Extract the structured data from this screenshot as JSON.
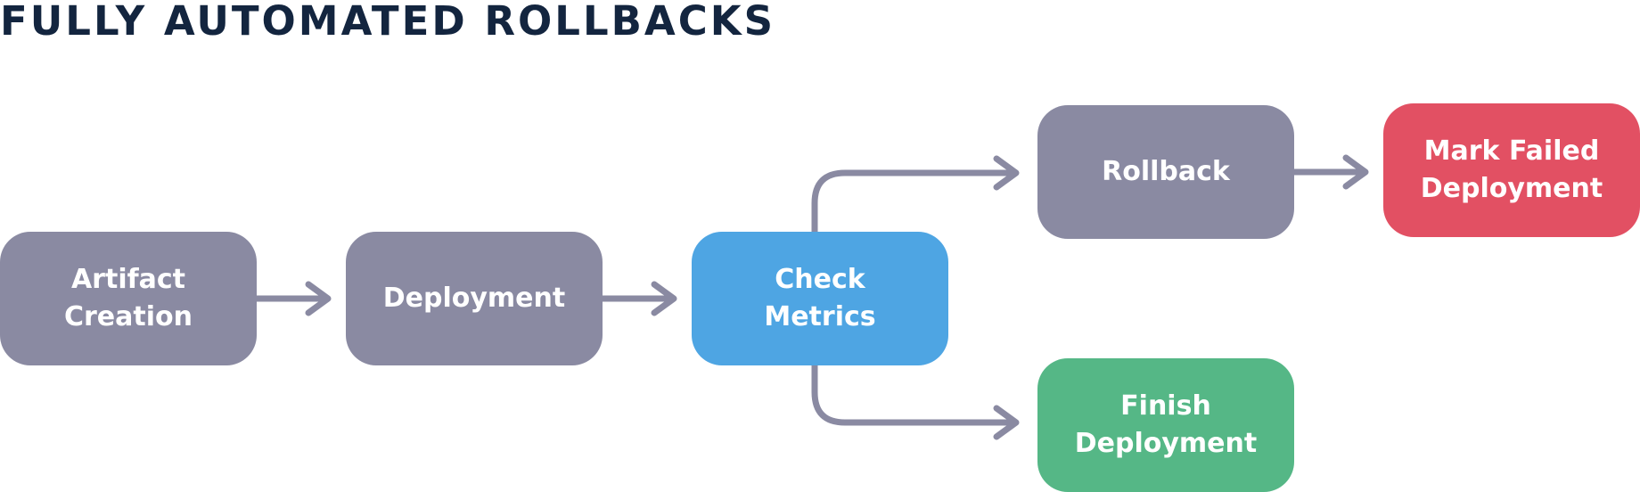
{
  "title": "FULLY AUTOMATED ROLLBACKS",
  "colors": {
    "title": "#13253f",
    "neutral_node": "#8a8aa2",
    "check_node": "#4ea5e3",
    "failed_node": "#e25063",
    "finish_node": "#55b786",
    "connector": "#8a8aa2"
  },
  "nodes": {
    "artifact_creation": "Artifact\nCreation",
    "deployment": "Deployment",
    "check_metrics": "Check\nMetrics",
    "rollback": "Rollback",
    "mark_failed_deployment": "Mark Failed\nDeployment",
    "finish_deployment": "Finish\nDeployment"
  }
}
